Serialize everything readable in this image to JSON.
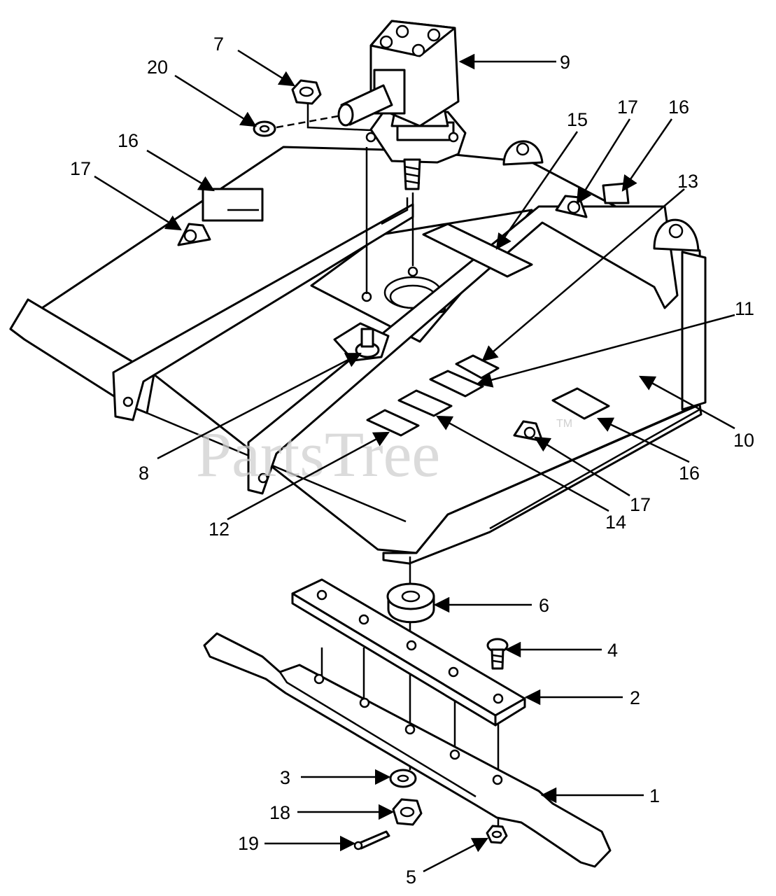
{
  "watermark": {
    "text": "PartsTree",
    "trademark": "TM"
  },
  "callouts": [
    {
      "id": "c1",
      "label": "1"
    },
    {
      "id": "c2",
      "label": "2"
    },
    {
      "id": "c3",
      "label": "3"
    },
    {
      "id": "c4",
      "label": "4"
    },
    {
      "id": "c5",
      "label": "5"
    },
    {
      "id": "c6",
      "label": "6"
    },
    {
      "id": "c7",
      "label": "7"
    },
    {
      "id": "c8",
      "label": "8"
    },
    {
      "id": "c9",
      "label": "9"
    },
    {
      "id": "c10",
      "label": "10"
    },
    {
      "id": "c11",
      "label": "11"
    },
    {
      "id": "c12",
      "label": "12"
    },
    {
      "id": "c13",
      "label": "13"
    },
    {
      "id": "c14",
      "label": "14"
    },
    {
      "id": "c15",
      "label": "15"
    },
    {
      "id": "c16a",
      "label": "16"
    },
    {
      "id": "c16b",
      "label": "16"
    },
    {
      "id": "c16c",
      "label": "16"
    },
    {
      "id": "c17a",
      "label": "17"
    },
    {
      "id": "c17b",
      "label": "17"
    },
    {
      "id": "c17c",
      "label": "17"
    },
    {
      "id": "c18",
      "label": "18"
    },
    {
      "id": "c19",
      "label": "19"
    },
    {
      "id": "c20",
      "label": "20"
    }
  ]
}
